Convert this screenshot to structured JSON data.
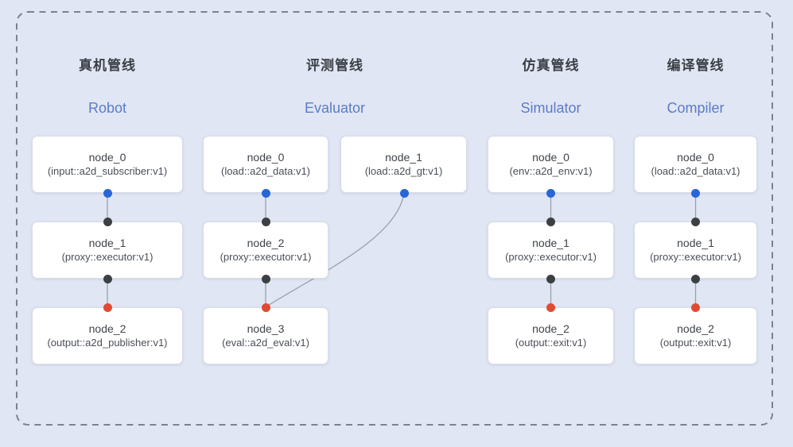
{
  "colors": {
    "background": "#e1e6f4",
    "border_dash": "#7c828d",
    "node_bg": "#ffffff",
    "node_border": "#d8dce8",
    "title_text": "#3b4046",
    "subtitle_blue": "#5b7cc8",
    "node_text": "#3f4449",
    "node_subtext": "#4a4f57",
    "port_blue": "#2766d8",
    "port_black": "#3d4043",
    "port_red": "#e04a33",
    "edge_line": "#98a0b2"
  },
  "pipelines": [
    {
      "title": "真机管线",
      "subtitle": "Robot",
      "nodes": [
        {
          "label": "node_0",
          "sublabel": "(input::a2d_subscriber:v1)"
        },
        {
          "label": "node_1",
          "sublabel": "(proxy::executor:v1)"
        },
        {
          "label": "node_2",
          "sublabel": "(output::a2d_publisher:v1)"
        }
      ],
      "edges": [
        "node_0 -> node_1",
        "node_1 -> node_2"
      ]
    },
    {
      "title": "评测管线",
      "subtitle": "Evaluator",
      "nodes": [
        {
          "label": "node_0",
          "sublabel": "(load::a2d_data:v1)"
        },
        {
          "label": "node_1",
          "sublabel": "(load::a2d_gt:v1)"
        },
        {
          "label": "node_2",
          "sublabel": "(proxy::executor:v1)"
        },
        {
          "label": "node_3",
          "sublabel": "(eval::a2d_eval:v1)"
        }
      ],
      "edges": [
        "node_0 -> node_2",
        "node_1 -> node_3",
        "node_2 -> node_3"
      ]
    },
    {
      "title": "仿真管线",
      "subtitle": "Simulator",
      "nodes": [
        {
          "label": "node_0",
          "sublabel": "(env::a2d_env:v1)"
        },
        {
          "label": "node_1",
          "sublabel": "(proxy::executor:v1)"
        },
        {
          "label": "node_2",
          "sublabel": "(output::exit:v1)"
        }
      ],
      "edges": [
        "node_0 -> node_1",
        "node_1 -> node_2"
      ]
    },
    {
      "title": "编译管线",
      "subtitle": "Compiler",
      "nodes": [
        {
          "label": "node_0",
          "sublabel": "(load::a2d_data:v1)"
        },
        {
          "label": "node_1",
          "sublabel": "(proxy::executor:v1)"
        },
        {
          "label": "node_2",
          "sublabel": "(output::exit:v1)"
        }
      ],
      "edges": [
        "node_0 -> node_1",
        "node_1 -> node_2"
      ]
    }
  ]
}
